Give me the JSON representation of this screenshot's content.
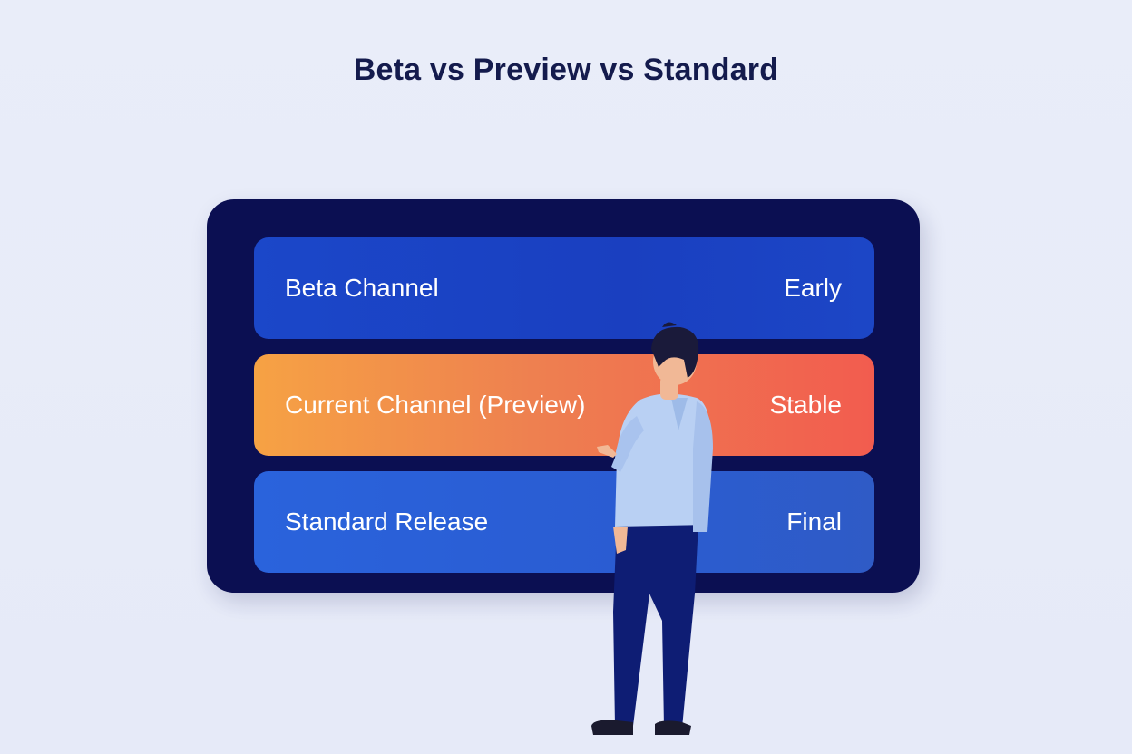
{
  "title": "Beta vs Preview vs Standard",
  "channels": [
    {
      "name": "Beta Channel",
      "status": "Early",
      "colors": [
        "#1b47c9",
        "#1a3fc0"
      ]
    },
    {
      "name": "Current Channel (Preview)",
      "status": "Stable",
      "colors": [
        "#f6a244",
        "#f25c4f"
      ]
    },
    {
      "name": "Standard Release",
      "status": "Final",
      "colors": [
        "#2a63dc",
        "#2f5bc6"
      ]
    }
  ],
  "illustration": {
    "subject": "person-icon",
    "panel_color": "#0b0f52"
  }
}
